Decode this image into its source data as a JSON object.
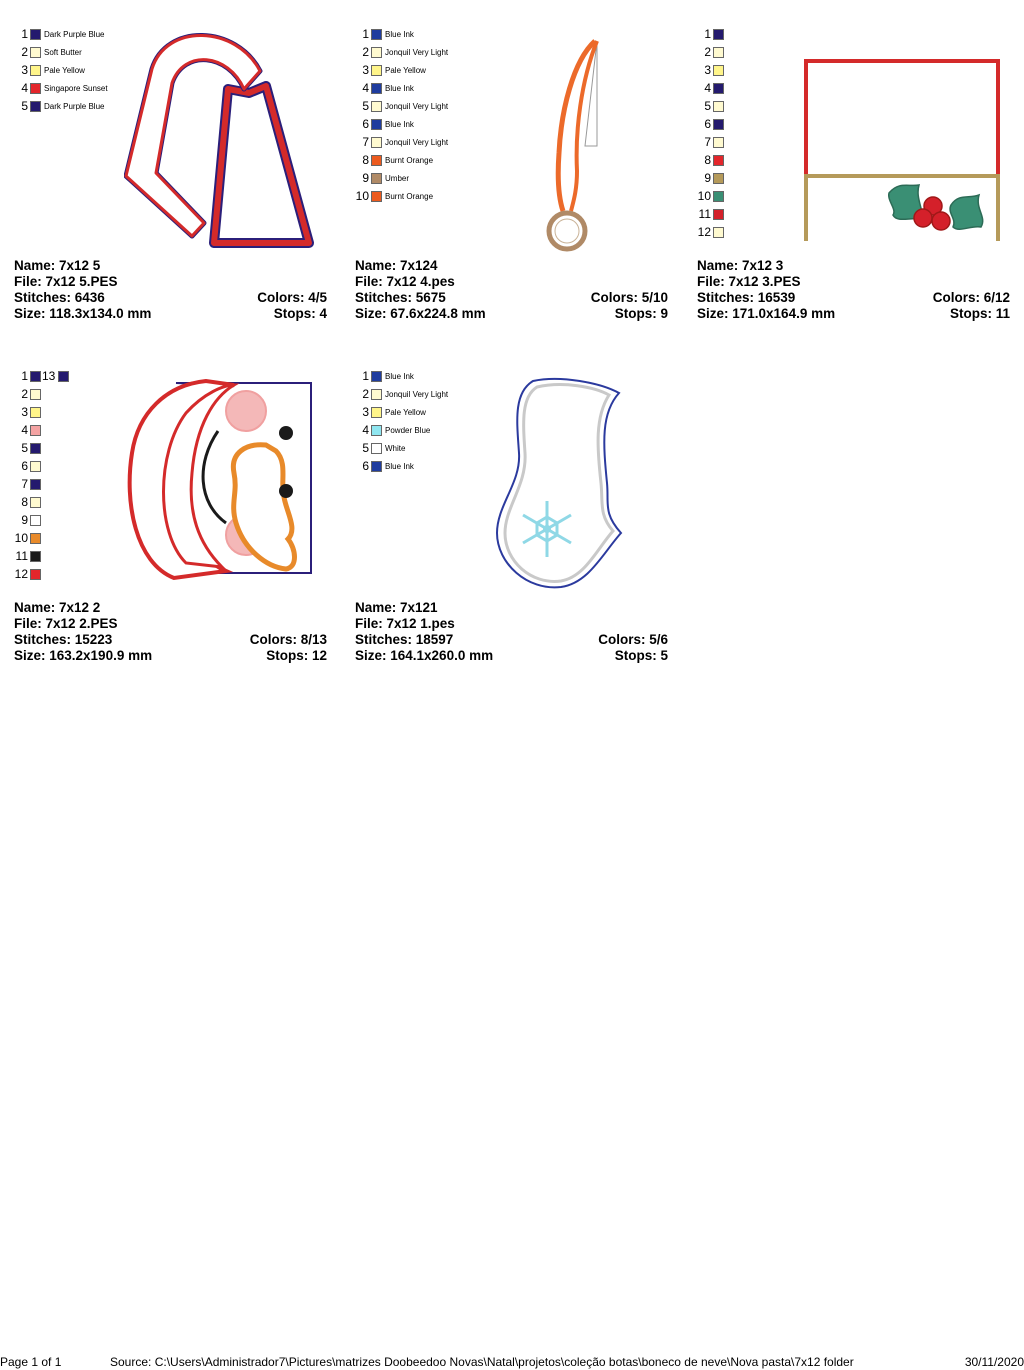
{
  "designs": [
    {
      "name": "Name: 7x12 5",
      "file": "File: 7x12 5.PES",
      "stitches": "Stitches: 6436",
      "colors": "Colors: 4/5",
      "size": "Size: 118.3x134.0 mm",
      "stops": "Stops: 4",
      "art": "scarf",
      "legend": [
        {
          "num": "1",
          "color": "#241a6e",
          "name": "Dark Purple Blue"
        },
        {
          "num": "2",
          "color": "#fffad0",
          "name": "Soft Butter"
        },
        {
          "num": "3",
          "color": "#fff58a",
          "name": "Pale Yellow"
        },
        {
          "num": "4",
          "color": "#e3262b",
          "name": "Singapore Sunset"
        },
        {
          "num": "5",
          "color": "#241a6e",
          "name": "Dark Purple Blue"
        }
      ]
    },
    {
      "name": "Name: 7x124",
      "file": "File: 7x12 4.pes",
      "stitches": "Stitches: 5675",
      "colors": "Colors: 5/10",
      "size": "Size: 67.6x224.8 mm",
      "stops": "Stops: 9",
      "art": "hanger",
      "legend": [
        {
          "num": "1",
          "color": "#1f3c9e",
          "name": "Blue Ink"
        },
        {
          "num": "2",
          "color": "#fffad0",
          "name": "Jonquil Very Light"
        },
        {
          "num": "3",
          "color": "#fff58a",
          "name": "Pale Yellow"
        },
        {
          "num": "4",
          "color": "#1f3c9e",
          "name": "Blue Ink"
        },
        {
          "num": "5",
          "color": "#fffad0",
          "name": "Jonquil Very Light"
        },
        {
          "num": "6",
          "color": "#1f3c9e",
          "name": "Blue Ink"
        },
        {
          "num": "7",
          "color": "#fffad0",
          "name": "Jonquil Very Light"
        },
        {
          "num": "8",
          "color": "#ec5a1e",
          "name": "Burnt Orange"
        },
        {
          "num": "9",
          "color": "#b08a66",
          "name": "Umber"
        },
        {
          "num": "10",
          "color": "#ec5a1e",
          "name": "Burnt Orange"
        }
      ]
    },
    {
      "name": "Name: 7x12 3",
      "file": "File: 7x12 3.PES",
      "stitches": "Stitches: 16539",
      "colors": "Colors: 6/12",
      "size": "Size: 171.0x164.9 mm",
      "stops": "Stops: 11",
      "art": "cuff",
      "legend": [
        {
          "num": "1",
          "color": "#241a6e",
          "name": ""
        },
        {
          "num": "2",
          "color": "#fffad0",
          "name": ""
        },
        {
          "num": "3",
          "color": "#fff58a",
          "name": ""
        },
        {
          "num": "4",
          "color": "#241a6e",
          "name": ""
        },
        {
          "num": "5",
          "color": "#fffad0",
          "name": ""
        },
        {
          "num": "6",
          "color": "#241a6e",
          "name": ""
        },
        {
          "num": "7",
          "color": "#fffad0",
          "name": ""
        },
        {
          "num": "8",
          "color": "#e3262b",
          "name": ""
        },
        {
          "num": "9",
          "color": "#b59a5a",
          "name": ""
        },
        {
          "num": "10",
          "color": "#3a8f74",
          "name": ""
        },
        {
          "num": "11",
          "color": "#d4202a",
          "name": ""
        },
        {
          "num": "12",
          "color": "#fffad0",
          "name": ""
        }
      ]
    },
    {
      "name": "Name: 7x12 2",
      "file": "File: 7x12 2.PES",
      "stitches": "Stitches: 15223",
      "colors": "Colors: 8/13",
      "size": "Size: 163.2x190.9 mm",
      "stops": "Stops: 12",
      "art": "snowman",
      "extra": {
        "num": "13",
        "color": "#241a6e"
      },
      "legend": [
        {
          "num": "1",
          "color": "#241a6e",
          "name": ""
        },
        {
          "num": "2",
          "color": "#fffad0",
          "name": ""
        },
        {
          "num": "3",
          "color": "#fff58a",
          "name": ""
        },
        {
          "num": "4",
          "color": "#f4a3a3",
          "name": ""
        },
        {
          "num": "5",
          "color": "#241a6e",
          "name": ""
        },
        {
          "num": "6",
          "color": "#fffad0",
          "name": ""
        },
        {
          "num": "7",
          "color": "#241a6e",
          "name": ""
        },
        {
          "num": "8",
          "color": "#fffad0",
          "name": ""
        },
        {
          "num": "9",
          "color": "#ffffff",
          "name": ""
        },
        {
          "num": "10",
          "color": "#e88a2a",
          "name": ""
        },
        {
          "num": "11",
          "color": "#1a1a1a",
          "name": ""
        },
        {
          "num": "12",
          "color": "#e3262b",
          "name": ""
        }
      ]
    },
    {
      "name": "Name: 7x121",
      "file": "File: 7x12 1.pes",
      "stitches": "Stitches: 18597",
      "colors": "Colors: 5/6",
      "size": "Size: 164.1x260.0 mm",
      "stops": "Stops: 5",
      "art": "boot",
      "legend": [
        {
          "num": "1",
          "color": "#1f3c9e",
          "name": "Blue Ink"
        },
        {
          "num": "2",
          "color": "#fffad0",
          "name": "Jonquil Very Light"
        },
        {
          "num": "3",
          "color": "#fff58a",
          "name": "Pale Yellow"
        },
        {
          "num": "4",
          "color": "#8fe6f0",
          "name": "Powder Blue"
        },
        {
          "num": "5",
          "color": "#ffffff",
          "name": "White"
        },
        {
          "num": "6",
          "color": "#1f3c9e",
          "name": "Blue Ink"
        }
      ]
    }
  ],
  "footer": {
    "page": "Page 1 of 1",
    "source": "Source: C:\\Users\\Administrador7\\Pictures\\matrizes Doobeedoo Novas\\Natal\\projetos\\coleção botas\\boneco de neve\\Nova pasta\\7x12 folder",
    "date": "30/11/2020"
  }
}
